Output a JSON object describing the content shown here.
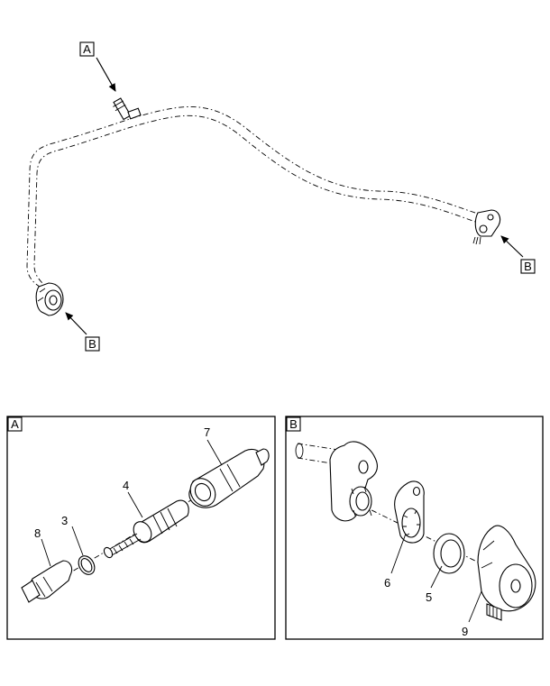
{
  "callouts": {
    "a_top": "A",
    "b_right": "B",
    "b_left": "B"
  },
  "panels": {
    "a": {
      "tag": "A"
    },
    "b": {
      "tag": "B"
    }
  },
  "parts": {
    "p3": "3",
    "p4": "4",
    "p5": "5",
    "p6": "6",
    "p7": "7",
    "p8": "8",
    "p9": "9"
  }
}
